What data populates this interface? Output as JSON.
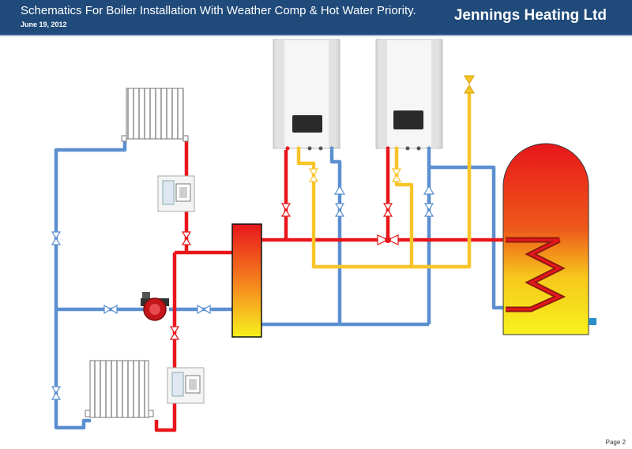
{
  "header": {
    "title": "Schematics For Boiler Installation With Weather Comp & Hot Water Priority.",
    "date": "June 19, 2012",
    "company": "Jennings Heating Ltd"
  },
  "footer": {
    "page": "Page 2"
  },
  "colors": {
    "header_bg": "#1f4a7a",
    "flow_red": "#e8161b",
    "return_blue": "#5b8fd0",
    "hot_water_yellow": "#f7c42a"
  },
  "components": [
    "radiator-top",
    "radiator-bottom",
    "trv-controller-upper",
    "trv-controller-lower",
    "circulator-pump",
    "low-loss-header",
    "boiler-1",
    "boiler-2",
    "hot-water-cylinder",
    "three-port-diverter-valve",
    "expansion-relief-valve"
  ]
}
